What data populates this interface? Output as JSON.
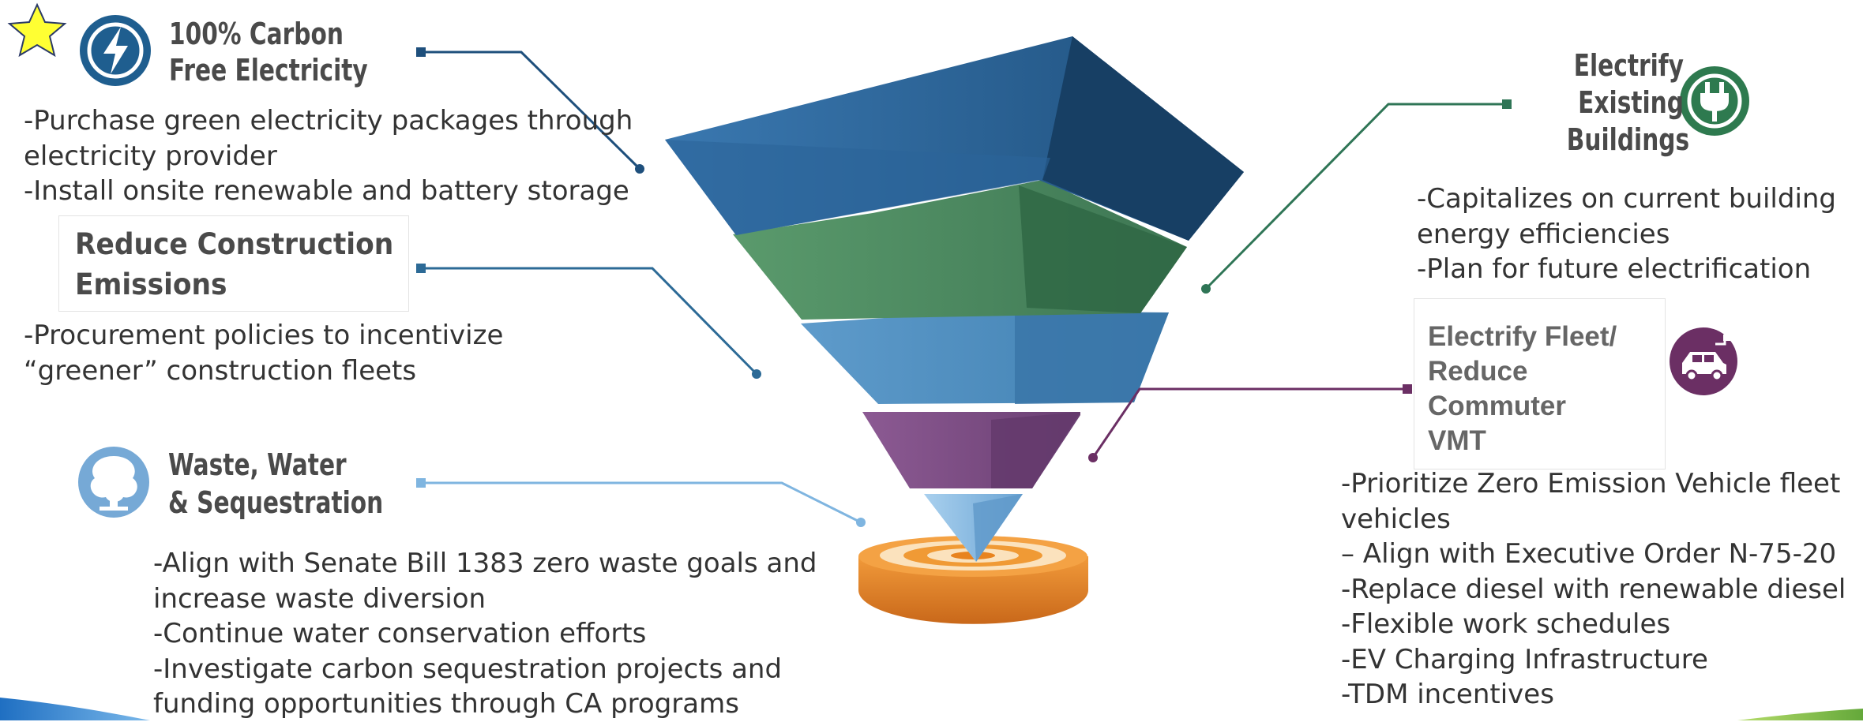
{
  "colors": {
    "tier_blue": "#2a5d8f",
    "tier_green": "#4c8a62",
    "tier_lightblue": "#4d8cbd",
    "tier_purple": "#7a4d82",
    "tier_tip": "#7fb5e0",
    "base_orange": "#e8831e",
    "text": "#333333",
    "heading": "#4a4a4a",
    "star": "#ffff33"
  },
  "icons": {
    "star": "star-icon",
    "electricity": "lightning-bolt-icon",
    "buildings": "power-plug-icon",
    "fleet": "electric-car-icon",
    "waste": "tree-icon"
  },
  "carbon_free": {
    "title_1": "100% Carbon",
    "title_2": "Free Electricity",
    "bullets": [
      "-Purchase green electricity packages through",
      "electricity provider",
      "-Install onsite renewable and battery storage"
    ]
  },
  "construction": {
    "title_1": "Reduce Construction",
    "title_2": "Emissions",
    "bullets": [
      "-Procurement policies to incentivize",
      "“greener” construction fleets"
    ]
  },
  "waste": {
    "title_1": "Waste, Water",
    "title_2": "& Sequestration",
    "bullets": [
      "-Align with Senate Bill 1383 zero waste goals and",
      "increase waste diversion",
      "-Continue water conservation efforts",
      "-Investigate carbon sequestration projects and",
      "funding opportunities through CA programs"
    ]
  },
  "buildings": {
    "title_1": "Electrify",
    "title_2": "Existing",
    "title_3": "Buildings",
    "bullets": [
      "-Capitalizes on current building",
      "energy efficiencies",
      "-Plan for future electrification"
    ]
  },
  "fleet": {
    "title_1": "Electrify Fleet/",
    "title_2": "Reduce",
    "title_3": "Commuter",
    "title_4": "VMT",
    "bullets": [
      "-Prioritize Zero Emission Vehicle fleet",
      "vehicles",
      "– Align with Executive Order N-75-20",
      "-Replace diesel with renewable diesel",
      "-Flexible work schedules",
      "-EV Charging Infrastructure",
      "-TDM incentives"
    ]
  }
}
